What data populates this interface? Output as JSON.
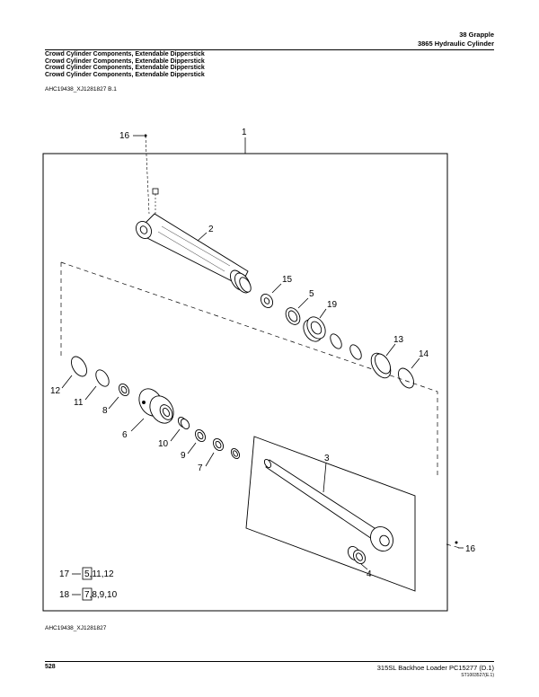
{
  "header": {
    "line1": "38 Grapple",
    "line2": "3865 Hydraulic Cylinder"
  },
  "titles": [
    "Crowd Cylinder Components, Extendable Dipperstick",
    "Crowd Cylinder Components, Extendable Dipperstick",
    "Crowd Cylinder Components, Extendable Dipperstick",
    "Crowd Cylinder Components, Extendable Dipperstick"
  ],
  "figure_ref_top": "AHC19438_XJ1281827 B.1",
  "figure_ref_bottom": "AHC19438_XJ1281827",
  "callouts": {
    "c1": "1",
    "c2": "2",
    "c3": "3",
    "c4": "4",
    "c5": "5",
    "c6": "6",
    "c7": "7",
    "c8": "8",
    "c9": "9",
    "c10": "10",
    "c11": "11",
    "c12": "12",
    "c13": "13",
    "c14": "14",
    "c15": "15",
    "c16a": "16",
    "c16b": "16",
    "c19": "19"
  },
  "kits": [
    {
      "number": "17",
      "parts": "5,11,12"
    },
    {
      "number": "18",
      "parts": "7,8,9,10"
    }
  ],
  "footer": {
    "page": "528",
    "manual": "315SL Backhoe Loader   PC15277   (D.1)",
    "code": "ST1003527(E.1)"
  }
}
